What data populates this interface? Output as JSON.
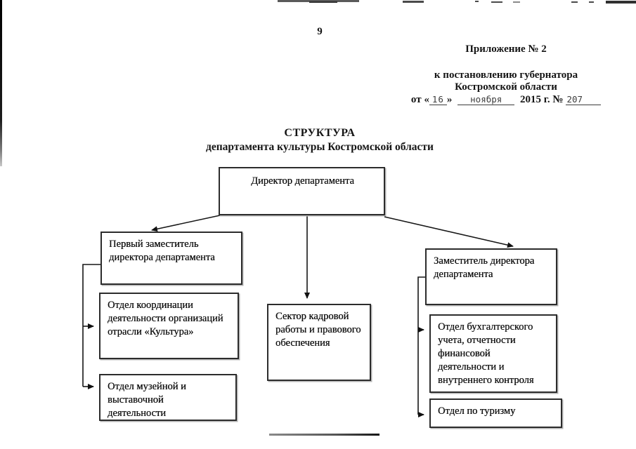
{
  "page": {
    "number": "9",
    "appendix": {
      "line1": "Приложение № 2",
      "line2": "к постановлению губернатора",
      "line3": "Костромской области",
      "date_prefix": "от «",
      "date_day": "16",
      "date_close": "»",
      "date_month": "ноября",
      "date_year": "2015 г. №",
      "doc_number": "207"
    },
    "title": "СТРУКТУРА",
    "subtitle": "департамента культуры Костромской области"
  },
  "org": {
    "boxes": [
      {
        "id": "director",
        "label": "Директор департамента"
      },
      {
        "id": "first-deputy",
        "label": "Первый заместитель\nдиректора департамента"
      },
      {
        "id": "coordination",
        "label": "Отдел координации\nдеятельности организаций\nотрасли «Культура»"
      },
      {
        "id": "museum",
        "label": "Отдел музейной и\nвыставочной\nдеятельности"
      },
      {
        "id": "hr-legal",
        "label": "Сектор кадровой\nработы и правового\nобеспечения"
      },
      {
        "id": "deputy",
        "label": "Заместитель директора\nдепартамента"
      },
      {
        "id": "accounting",
        "label": "Отдел бухгалтерского\nучета, отчетности\nфинансовой\nдеятельности и\nвнутреннего контроля"
      },
      {
        "id": "tourism",
        "label": "Отдел по туризму"
      }
    ],
    "line_color": "#161616"
  }
}
